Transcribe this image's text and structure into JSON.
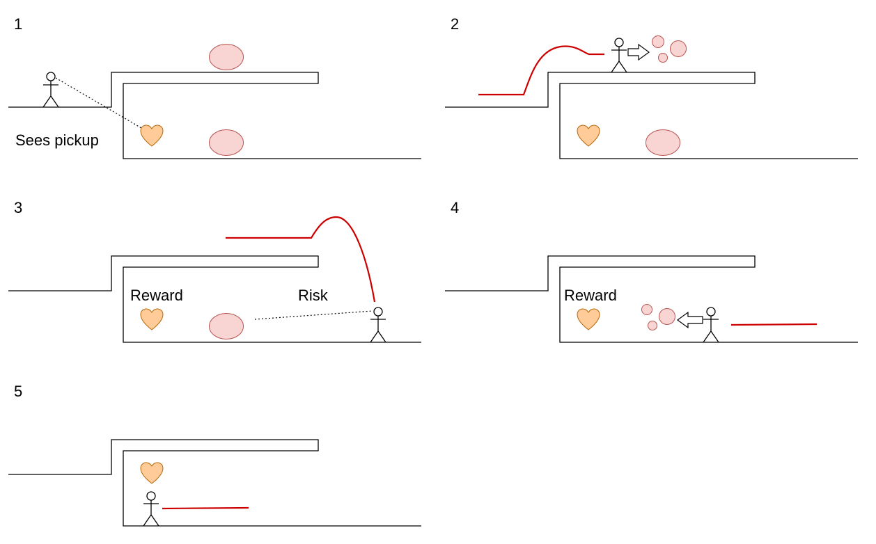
{
  "panels": [
    {
      "number": "1",
      "caption": "Sees pickup"
    },
    {
      "number": "2"
    },
    {
      "number": "3",
      "reward_label": "Reward",
      "risk_label": "Risk"
    },
    {
      "number": "4",
      "reward_label": "Reward"
    },
    {
      "number": "5"
    }
  ],
  "colors": {
    "terrain": "#000000",
    "path": "#cc0000",
    "hazard_fill": "#f8d5d3",
    "hazard_stroke": "#b85450",
    "heart_fill": "#ffcc99",
    "heart_stroke": "#b46504"
  },
  "icons": [
    "stick-figure-icon",
    "heart-icon",
    "hazard-blob-icon",
    "arrow-right-icon",
    "arrow-left-icon"
  ]
}
